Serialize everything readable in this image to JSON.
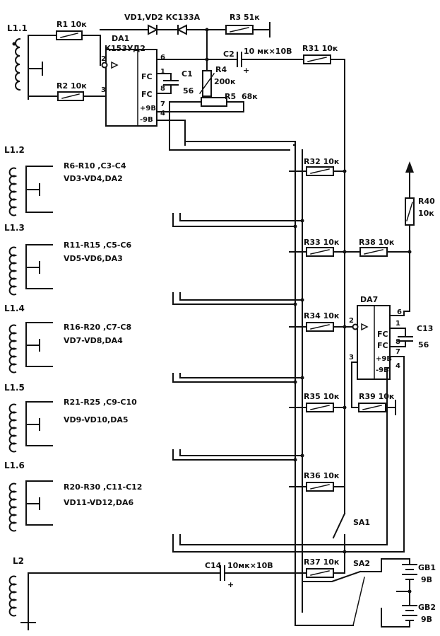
{
  "inputs": {
    "l1_1": "L1.1",
    "l1_2": "L1.2",
    "l1_3": "L1.3",
    "l1_4": "L1.4",
    "l1_5": "L1.5",
    "l1_6": "L1.6",
    "l2": "L2"
  },
  "stage1": {
    "r1": "R1 10к",
    "r2": "R2 10к",
    "r3": "R3 51к",
    "vd": "VD1,VD2 КС133А",
    "da1": "DA1",
    "da1_type": "К153УД2",
    "c1": "C1",
    "c1_val": "56",
    "c2": "C2",
    "c2_val": "10 мк×10В",
    "r4": "R4",
    "r4_val": "200к",
    "r5": "R5",
    "r5_val": "68к",
    "fc": "FC",
    "plus9": "+9В",
    "minus9": "-9В"
  },
  "pins": {
    "p2": "2",
    "p3": "3",
    "p6": "6",
    "p1": "1",
    "p8": "8",
    "p7": "7",
    "p4": "4"
  },
  "blocks": [
    {
      "line1": "R6-R10 ,C3-C4",
      "line2": "VD3-VD4,DA2"
    },
    {
      "line1": "R11-R15 ,C5-C6",
      "line2": "VD5-VD6,DA3"
    },
    {
      "line1": "R16-R20 ,C7-C8",
      "line2": "VD7-VD8,DA4"
    },
    {
      "line1": "R21-R25 ,C9-C10",
      "line2": "VD9-VD10,DA5"
    },
    {
      "line1": "R20-R30 ,C11-C12",
      "line2": "VD11-VD12,DA6"
    }
  ],
  "mixer": {
    "r31": "R31 10к",
    "r32": "R32 10к",
    "r33": "R33 10к",
    "r34": "R34 10к",
    "r35": "R35 10к",
    "r36": "R36 10к",
    "r37": "R37 10к",
    "r38": "R38 10к",
    "r39": "R39 10к",
    "r40": "R40",
    "r40_val": "10к",
    "da7": "DA7",
    "c13": "C13",
    "c13_val": "56",
    "c14": "C14",
    "c14_val": "10мк×10В",
    "sa1": "SA1",
    "sa2": "SA2",
    "gb1": "GB1",
    "gb1_val": "9В",
    "gb2": "GB2",
    "gb2_val": "9В"
  }
}
